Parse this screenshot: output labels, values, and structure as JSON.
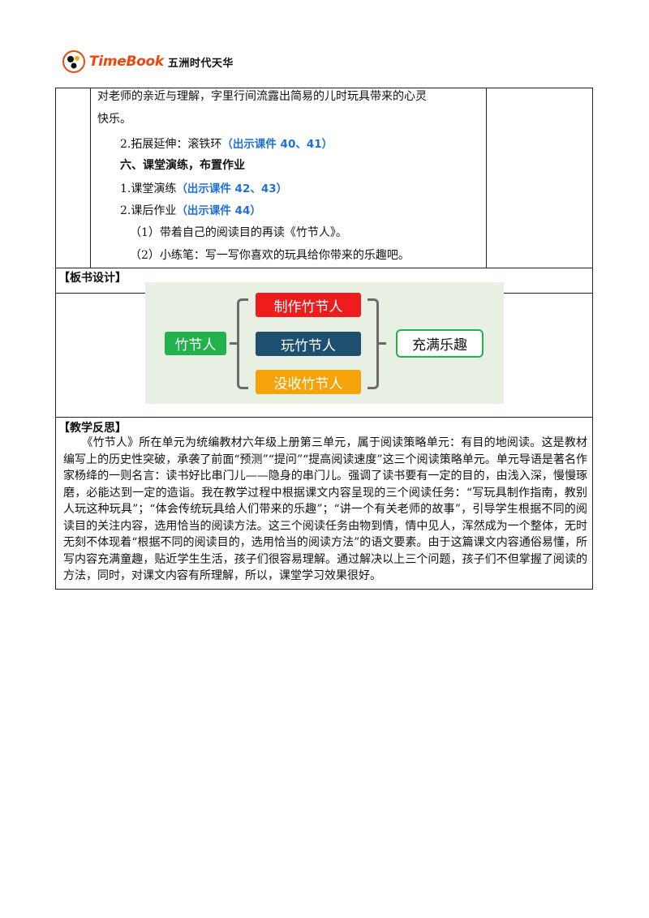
{
  "header": {
    "brand": "TimeBook",
    "brand_cn": "五洲时代天华"
  },
  "lesson": {
    "line1": "对老师的亲近与理解，字里行间流露出简易的儿时玩具带来的心灵",
    "line2": "快乐。",
    "extend_label": "2.拓展延伸：滚铁环",
    "extend_ref": "（出示课件 40、41）",
    "section6": "六、课堂演练，布置作业",
    "practice_label": "1.课堂演练",
    "practice_ref": "（出示课件 42、43）",
    "homework_label": "2.课后作业",
    "homework_ref": "（出示课件 44）",
    "hw1": "（1）带着自己的阅读目的再读《竹节人》。",
    "hw2": "（2）小练笔：写一写你喜欢的玩具给你带来的乐趣吧。"
  },
  "board_design": {
    "title": "【板书设计】",
    "center": "竹节人",
    "items": [
      "制作竹节人",
      "玩竹节人",
      "没收竹节人"
    ],
    "result": "充满乐趣"
  },
  "reflection": {
    "title": "【教学反思】",
    "text": "《竹节人》所在单元为统编教材六年级上册第三单元，属于阅读策略单元：有目的地阅读。这是教材编写上的历史性突破，承袭了前面“预测”“提问”“提高阅读速度”这三个阅读策略单元。单元导语是著名作家杨绛的一则名言：读书好比串门儿——隐身的串门儿。强调了读书要有一定的目的，由浅入深，慢慢琢磨，必能达到一定的造诣。我在教学过程中根据课文内容呈现的三个阅读任务：“写玩具制作指南，教别人玩这种玩具”；“体会传统玩具给人们带来的乐趣”；“讲一个有关老师的故事”，引导学生根据不同的阅读目的关注内容，选用恰当的阅读方法。这三个阅读任务由物到情，情中见人，浑然成为一个整体，无时无刻不体现着“根据不同的阅读目的，选用恰当的阅读方法”的语文要素。由于这篇课文内容通俗易懂，所写内容充满童趣，贴近学生生活，孩子们很容易理解。通过解决以上三个问题，孩子们不但掌握了阅读的方法，同时，对课文内容有所理解，所以，课堂学习效果很好。"
  },
  "colors": {
    "red": "#ee1c1c",
    "navy": "#1d4f6e",
    "orange": "#f5a30a",
    "green": "#22b14c",
    "ref_blue": "#1f6fd6"
  }
}
